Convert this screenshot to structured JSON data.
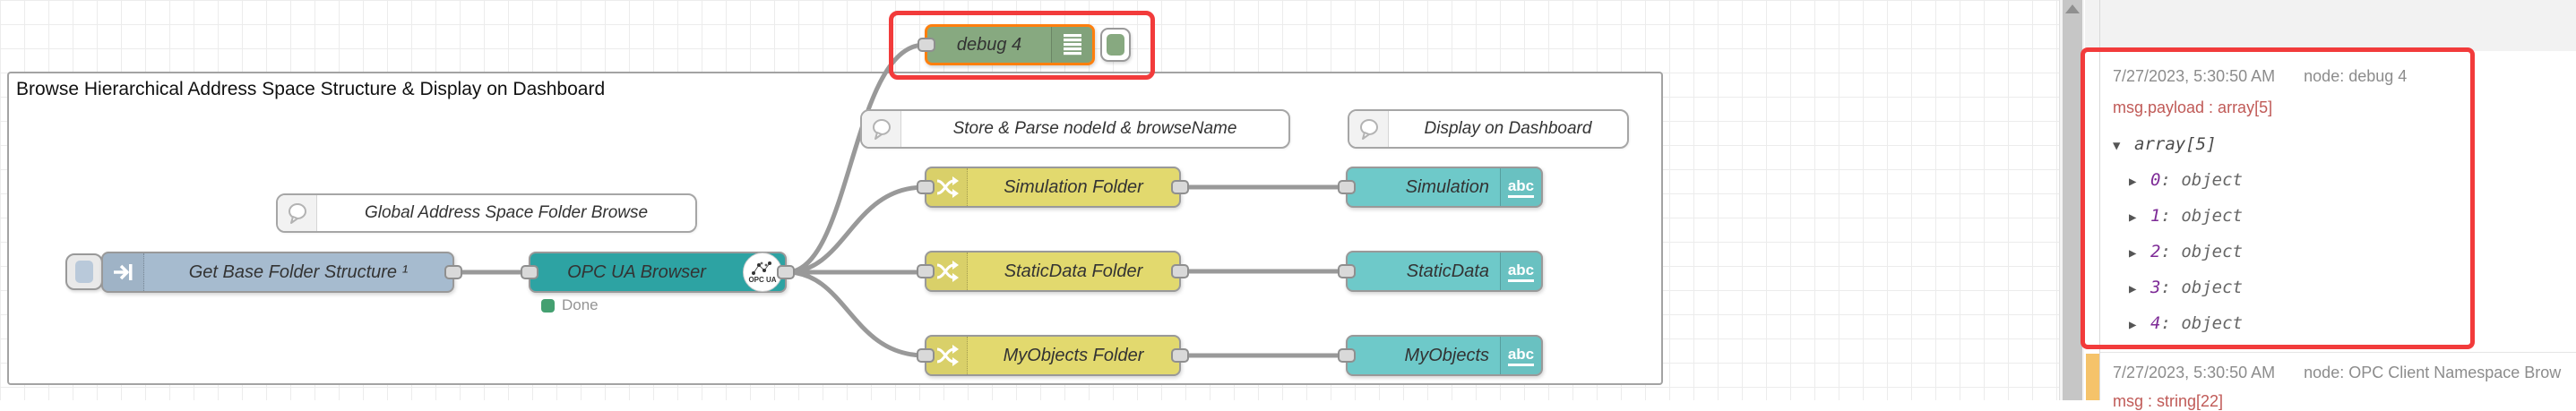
{
  "group": {
    "label": "Browse Hierarchical Address Space Structure & Display on Dashboard"
  },
  "comments": {
    "global": {
      "label": "Global Address Space Folder Browse"
    },
    "store_parse": {
      "label": "Store & Parse nodeId & browseName"
    },
    "display": {
      "label": "Display on Dashboard"
    }
  },
  "nodes": {
    "inject": {
      "label": "Get Base Folder Structure ¹"
    },
    "opcua": {
      "label": "OPC UA Browser",
      "icon_text": "OPC UA",
      "status": "Done"
    },
    "debug": {
      "label": "debug 4"
    },
    "switches": [
      {
        "label": "Simulation Folder"
      },
      {
        "label": "StaticData Folder"
      },
      {
        "label": "MyObjects Folder"
      }
    ],
    "ui_texts": [
      {
        "label": "Simulation",
        "icon_text": "abc"
      },
      {
        "label": "StaticData",
        "icon_text": "abc"
      },
      {
        "label": "MyObjects",
        "icon_text": "abc"
      }
    ]
  },
  "debug_sidebar": {
    "messages": [
      {
        "timestamp": "7/27/2023, 5:30:50 AM",
        "source": "node: debug 4",
        "path": "msg.payload : array[5]",
        "tree": {
          "root": "array[5]",
          "items": [
            {
              "key": "0",
              "value": "object"
            },
            {
              "key": "1",
              "value": "object"
            },
            {
              "key": "2",
              "value": "object"
            },
            {
              "key": "3",
              "value": "object"
            },
            {
              "key": "4",
              "value": "object"
            }
          ]
        }
      },
      {
        "timestamp": "7/27/2023, 5:30:50 AM",
        "source": "node: OPC Client Namespace Brow",
        "path": "msg : string[22]"
      }
    ]
  },
  "colors": {
    "annotation_red": "#f23b3b",
    "selection_orange": "#ff7f0e",
    "debug_green": "#87a980",
    "inject_blue": "#a6bbcf",
    "switch_yellow": "#e2d96e",
    "ui_teal": "#6ec9c9",
    "opcua_teal": "#2da3a3",
    "status_green": "#44a071",
    "wire_gray": "#999999",
    "msg_path_red": "#c05a57",
    "tree_key_purple": "#7d2a96",
    "hover_orange_bar": "#f5c36a"
  }
}
